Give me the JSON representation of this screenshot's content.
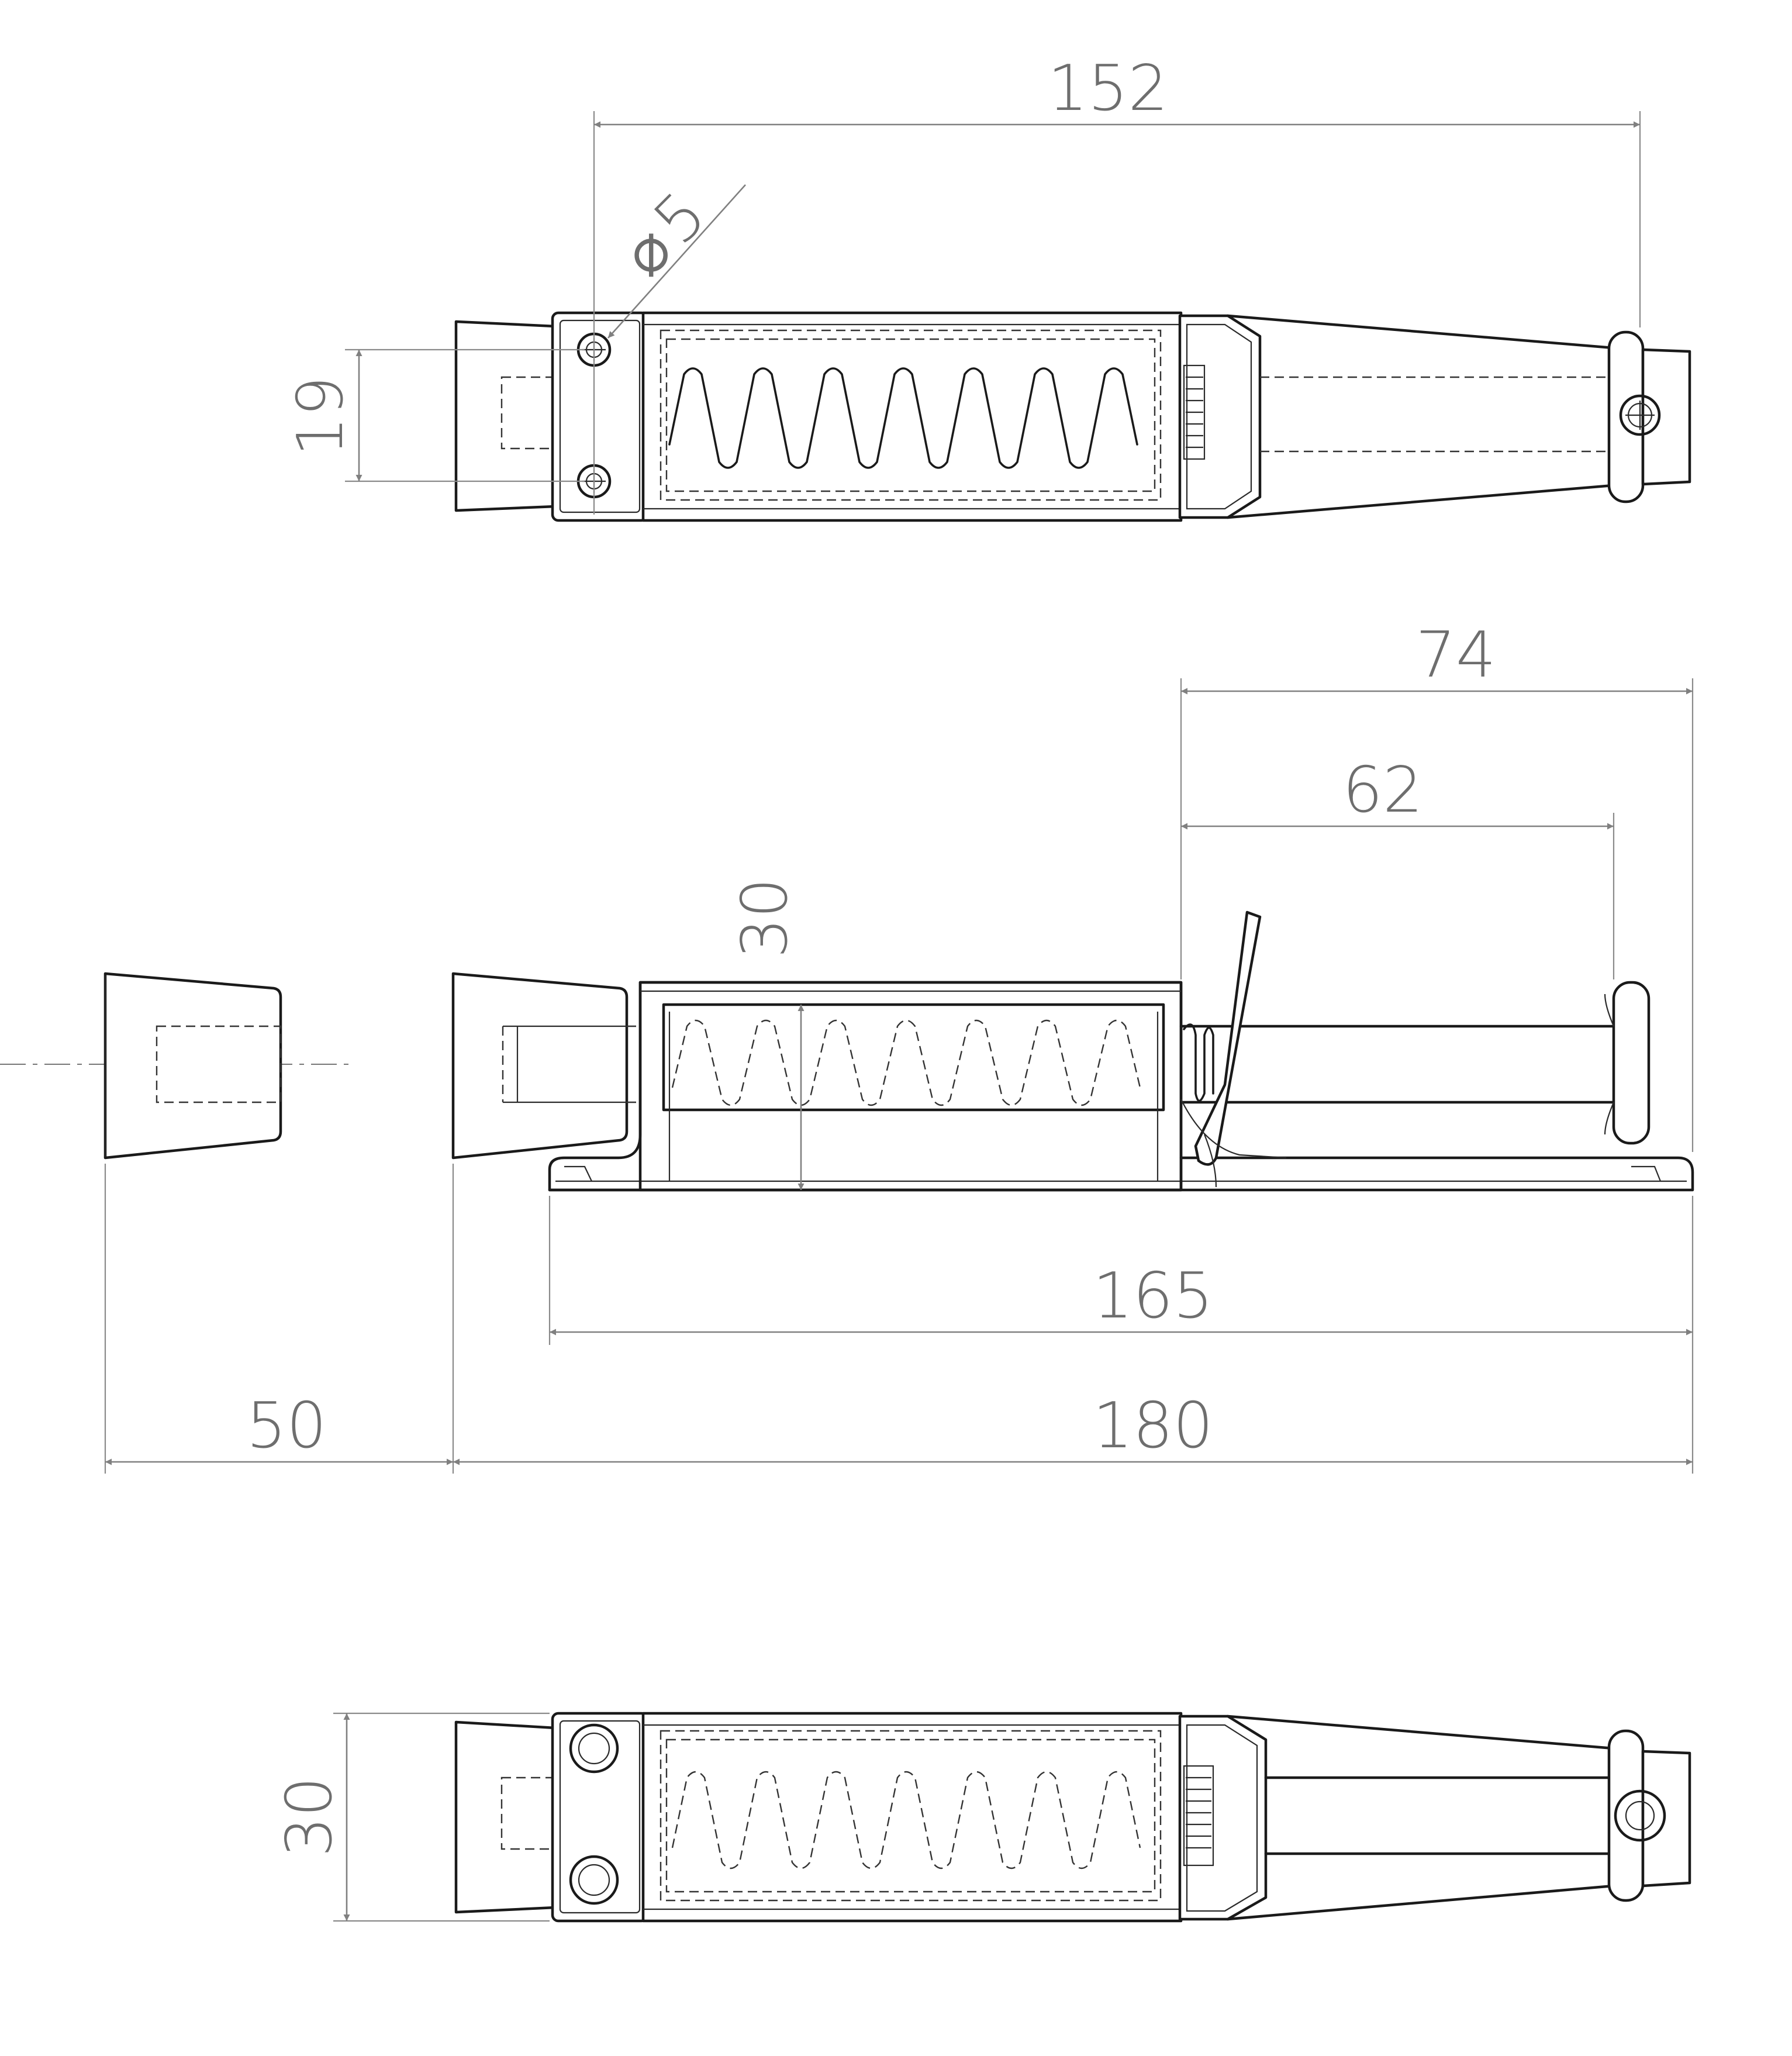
{
  "dimensions": {
    "top_view": {
      "overall_length": "152",
      "hole_diameter_symbol": "⌀",
      "hole_diameter": "5",
      "hole_spacing": "19"
    },
    "front_view": {
      "height": "30",
      "dim_74": "74",
      "dim_62": "62",
      "base_length": "165",
      "cap_length": "50",
      "overall_length": "180"
    },
    "bottom_view": {
      "width": "30"
    }
  }
}
